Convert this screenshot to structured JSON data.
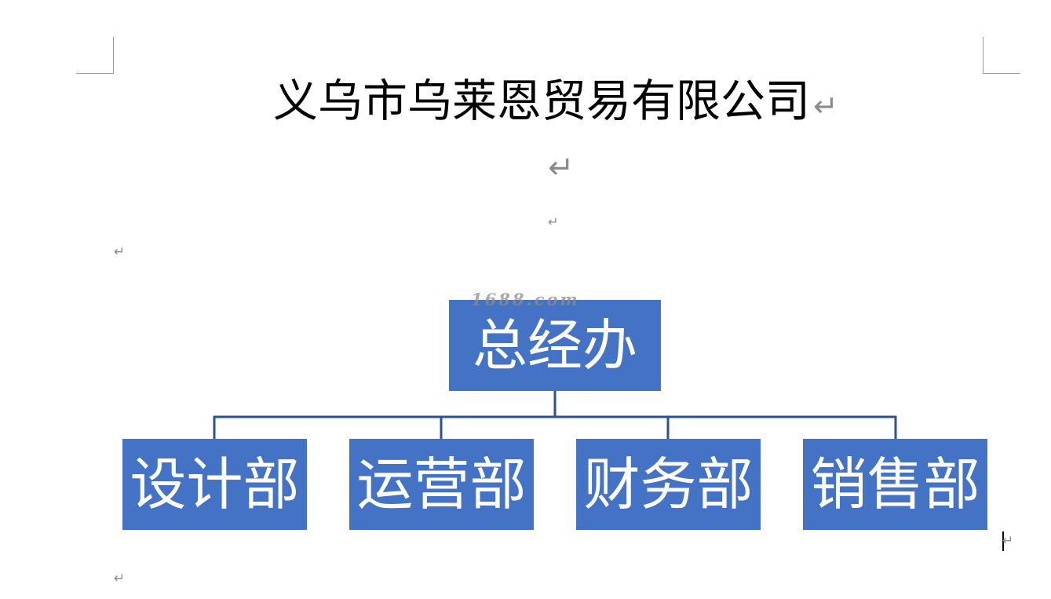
{
  "document": {
    "title": "义乌市乌莱恩贸易有限公司",
    "paragraph_mark": "↵"
  },
  "watermark": {
    "text": "1688.com"
  },
  "org_chart": {
    "root": {
      "label": "总经办"
    },
    "children": [
      {
        "label": "设计部"
      },
      {
        "label": "运营部"
      },
      {
        "label": "财务部"
      },
      {
        "label": "销售部"
      }
    ]
  },
  "colors": {
    "page_background": "#FFFFFF",
    "box_fill": "#4472C4",
    "box_text": "#FFFFFF",
    "connector": "#2F528F",
    "formatting_mark": "#8C8C8C",
    "title_text": "#000000"
  }
}
